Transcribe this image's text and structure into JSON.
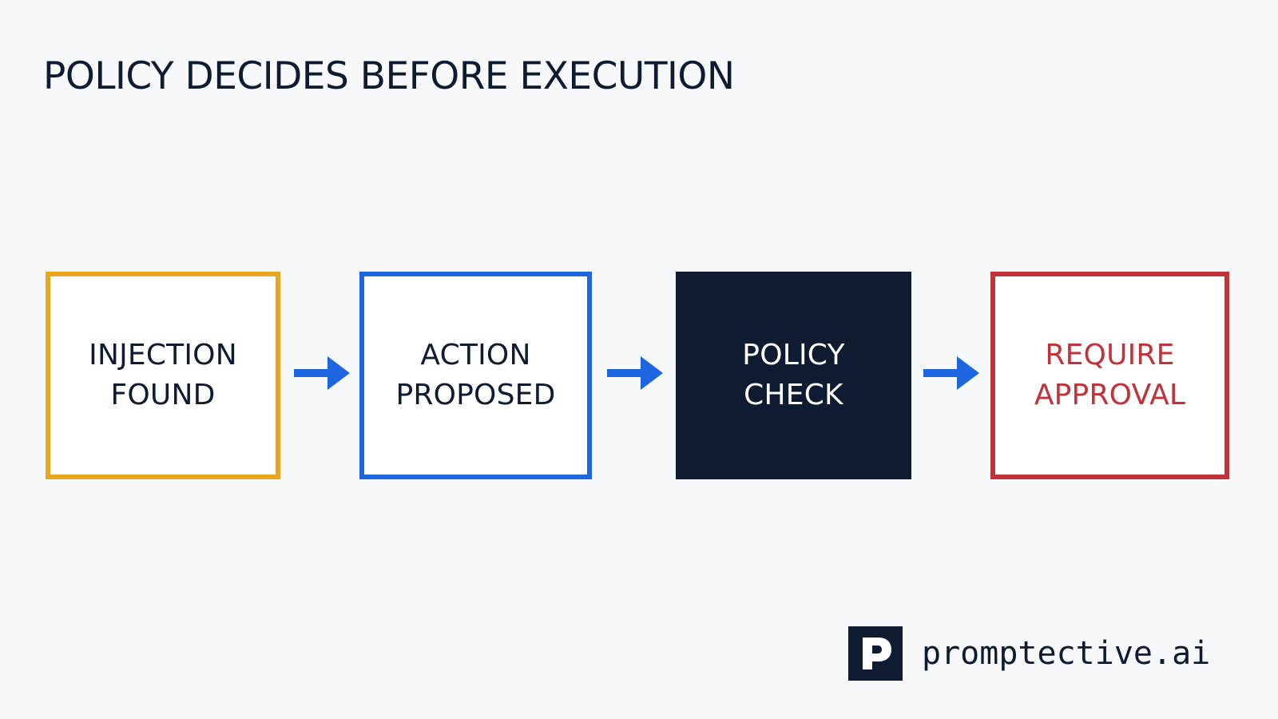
{
  "title": "POLICY DECIDES BEFORE EXECUTION",
  "steps": [
    {
      "label": "INJECTION\nFOUND",
      "color": "#e9a51d",
      "style": "outlined"
    },
    {
      "label": "ACTION\nPROPOSED",
      "color": "#1e66e0",
      "style": "outlined"
    },
    {
      "label": "POLICY\nCHECK",
      "color": "#0f1b30",
      "style": "filled"
    },
    {
      "label": "REQUIRE\nAPPROVAL",
      "color": "#c0333a",
      "style": "outlined"
    }
  ],
  "arrow_color": "#1e66e0",
  "brand": {
    "logo_icon": "p-logo-icon",
    "name": "promptective.ai"
  }
}
